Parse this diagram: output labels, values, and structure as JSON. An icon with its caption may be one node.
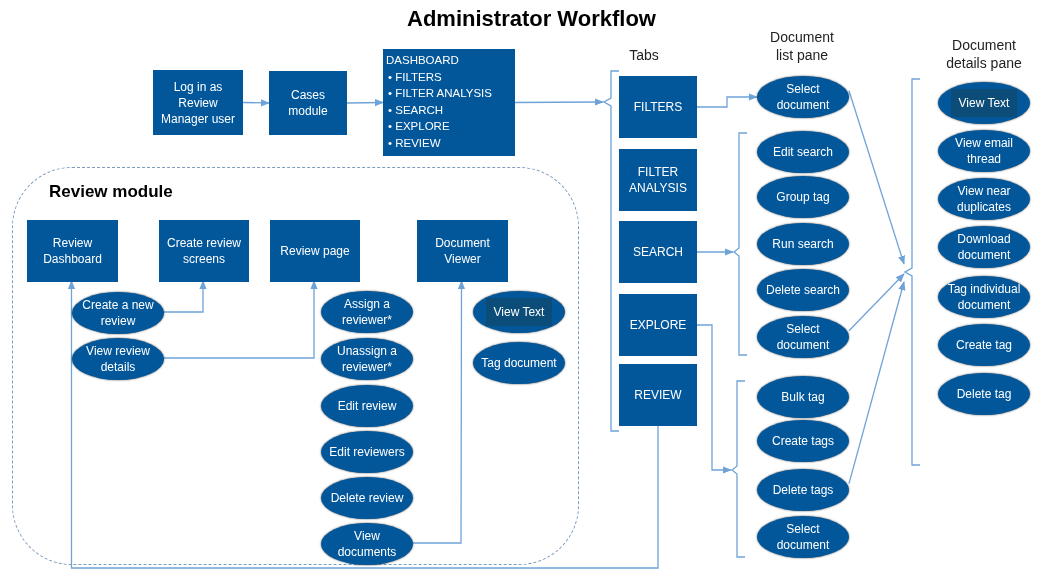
{
  "diagram": {
    "title": "Administrator Workflow",
    "nodes": [
      {
        "text": [
          "Log in as Review Manager user"
        ]
      },
      {
        "text": [
          "Cases module"
        ]
      },
      {
        "text": [
          "DASHBOARD",
          "• FILTERS",
          "• FILTER ANALYSIS",
          "• SEARCH",
          "• EXPLORE",
          "• REVIEW"
        ]
      },
      {
        "text": [
          "Review module"
        ]
      },
      {
        "text": [
          "Review Dashboard"
        ],
        "in": 3
      },
      {
        "text": [
          "Create review screens"
        ],
        "in": 3
      },
      {
        "text": [
          "Review page"
        ],
        "in": 3
      },
      {
        "text": [
          "Document Viewer"
        ],
        "in": 3
      },
      {
        "text": [
          "Create a new review"
        ],
        "in": 3
      },
      {
        "text": [
          "View review details"
        ],
        "in": 3
      },
      {
        "text": [
          "Assign a reviewer*"
        ],
        "in": 3
      },
      {
        "text": [
          "Unassign a reviewer*"
        ],
        "in": 3
      },
      {
        "text": [
          "Edit review"
        ],
        "in": 3
      },
      {
        "text": [
          "Edit reviewers"
        ],
        "in": 3
      },
      {
        "text": [
          "Delete review"
        ],
        "in": 3
      },
      {
        "text": [
          "View documents"
        ],
        "in": 3
      },
      {
        "text": [
          "View Text"
        ],
        "in": 3
      },
      {
        "text": [
          "Tag document"
        ],
        "in": 3
      },
      {
        "text": [],
        "shape": "bracket"
      },
      {
        "text": [
          "FILTERS"
        ]
      },
      {
        "text": [
          "FILTER ANALYSIS"
        ]
      },
      {
        "text": [
          "SEARCH"
        ]
      },
      {
        "text": [
          "EXPLORE"
        ]
      },
      {
        "text": [
          "REVIEW"
        ]
      },
      {
        "text": [
          "Select document"
        ]
      },
      {
        "text": [],
        "shape": "bracket"
      },
      {
        "text": [
          "Edit search"
        ]
      },
      {
        "text": [
          "Group tag"
        ]
      },
      {
        "text": [
          "Run search"
        ]
      },
      {
        "text": [
          "Delete search"
        ]
      },
      {
        "text": [
          "Select document"
        ]
      },
      {
        "text": [],
        "shape": "bracket"
      },
      {
        "text": [
          "Bulk tag"
        ]
      },
      {
        "text": [
          "Create tags"
        ]
      },
      {
        "text": [
          "Delete tags"
        ]
      },
      {
        "text": [
          "Select document"
        ]
      },
      {
        "text": [],
        "shape": "bracket"
      },
      {
        "text": [
          "View Text"
        ]
      },
      {
        "text": [
          "View email thread"
        ]
      },
      {
        "text": [
          "View near duplicates"
        ]
      },
      {
        "text": [
          "Download document"
        ]
      },
      {
        "text": [
          "Tag individual document"
        ]
      },
      {
        "text": [
          "Create tag"
        ]
      },
      {
        "text": [
          "Delete tag"
        ]
      }
    ],
    "edges": [
      {
        "from": 0,
        "to": 1,
        "arrow": "to"
      },
      {
        "from": 1,
        "to": 2,
        "arrow": "to"
      },
      {
        "from": 2,
        "to": 18,
        "arrow": "to"
      },
      {
        "from": 8,
        "to": 5,
        "arrow": "to"
      },
      {
        "from": 9,
        "to": 6,
        "arrow": "to"
      },
      {
        "from": 15,
        "to": 7,
        "arrow": "to"
      },
      {
        "from": 23,
        "to": 4,
        "arrow": "to"
      },
      {
        "from": 19,
        "to": 24,
        "arrow": "to"
      },
      {
        "from": 21,
        "to": 25,
        "arrow": "to"
      },
      {
        "from": 22,
        "to": 31,
        "arrow": "to"
      },
      {
        "from": 24,
        "to": 36,
        "arrow": "to"
      },
      {
        "from": 30,
        "to": 36,
        "arrow": "to"
      },
      {
        "from": 34,
        "to": 36,
        "arrow": "to"
      }
    ],
    "labels": [
      "Tabs",
      "Document list pane",
      "Document details pane"
    ]
  }
}
